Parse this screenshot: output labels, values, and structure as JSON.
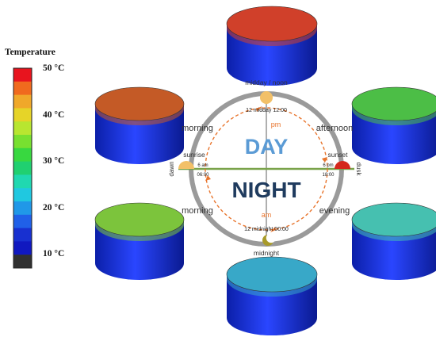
{
  "legend": {
    "title": "Temperature",
    "ticks": [
      "50 °C",
      "40 °C",
      "30 °C",
      "20 °C",
      "10 °C"
    ],
    "colors": [
      "#e8141e",
      "#f06a1e",
      "#f0a82a",
      "#e6d428",
      "#b8e630",
      "#78e030",
      "#38d840",
      "#20d070",
      "#20d8b0",
      "#20c8e0",
      "#2098e8",
      "#2060e8",
      "#1830d0",
      "#1018c0",
      "#303030"
    ]
  },
  "clock": {
    "day": "DAY",
    "night": "NIGHT",
    "pm": "pm",
    "am": "am",
    "midday": "midday / noon",
    "midday_time": "12 midday 12:00",
    "midnight_time": "12 midnight 00:00",
    "midnight": "midnight",
    "sunrise": "sunrise",
    "sunrise_time_top": "6 am",
    "sunrise_time_bottom": "06:00",
    "dawn": "dawn",
    "sunset": "sunset",
    "sunset_time_top": "6 pm",
    "sunset_time_bottom": "18:00",
    "dusk": "dusk",
    "day_color": "#5b9bd5",
    "night_color": "#1f3b5e",
    "accent": "#e8742c",
    "ring": "#9a9a9a"
  },
  "labels": {
    "morning_top": "morning",
    "afternoon": "afternoon",
    "morning_bottom": "morning",
    "evening": "evening"
  },
  "cylinders": [
    {
      "id": "midday",
      "top_color": "#d0402a"
    },
    {
      "id": "morning-top",
      "top_color": "#c45a26"
    },
    {
      "id": "afternoon",
      "top_color": "#4cbe46"
    },
    {
      "id": "morning-bottom",
      "top_color": "#7cc43c"
    },
    {
      "id": "evening",
      "top_color": "#46c0b0"
    },
    {
      "id": "midnight",
      "top_color": "#38a8c8"
    }
  ]
}
